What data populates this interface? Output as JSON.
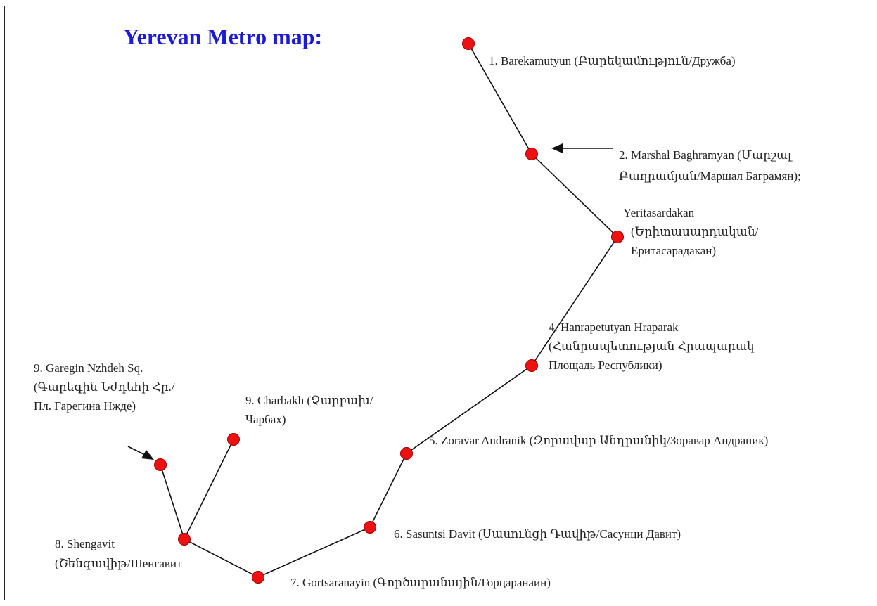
{
  "title": "Yerevan Metro map:",
  "colors": {
    "title": "#1a1ad8",
    "station": "#ee1111",
    "line": "#111111"
  },
  "stations": [
    {
      "id": "barekamutyun",
      "lines": [
        "1. Barekamutyun (Բարեկամություն/Дружба)"
      ]
    },
    {
      "id": "marshal-baghramyan",
      "lines": [
        "2. Marshal Baghramyan (Մարշալ",
        "Բաղրամյան/Маршал Баграмян);"
      ]
    },
    {
      "id": "yeritasardakan",
      "lines": [
        "Yeritasardakan",
        "(Երիտասարդական/",
        "Еритасарадакан)"
      ]
    },
    {
      "id": "hanrapetutyan-hraparak",
      "lines": [
        "4. Hanrapetutyan Hraparak",
        "(Հանրապետության Հրապարակ",
        "Площадь Республики)"
      ]
    },
    {
      "id": "zoravar-andranik",
      "lines": [
        "5. Zoravar Andranik (Զորավար Անդրանիկ/Зоравар Андраник)"
      ]
    },
    {
      "id": "sasuntsi-davit",
      "lines": [
        "6. Sasuntsi Davit (Սասունցի Դավիթ/Сасунци Давит)"
      ]
    },
    {
      "id": "gortsaranayin",
      "lines": [
        "7. Gortsaranayin (Գործարանային/Горцаранаин)"
      ]
    },
    {
      "id": "shengavit",
      "lines": [
        "8. Shengavit",
        "(Շենգավիթ/Шенгавит"
      ]
    },
    {
      "id": "garegin-nzhdeh",
      "lines": [
        "9. Garegin Nzhdeh Sq.",
        "(Գարեգին Նժդեհի Հր./",
        "Пл. Гарегина Нжде)"
      ]
    },
    {
      "id": "charbakh",
      "lines": [
        "9. Charbakh (Չարբախ/",
        "Чарбах)"
      ]
    }
  ]
}
